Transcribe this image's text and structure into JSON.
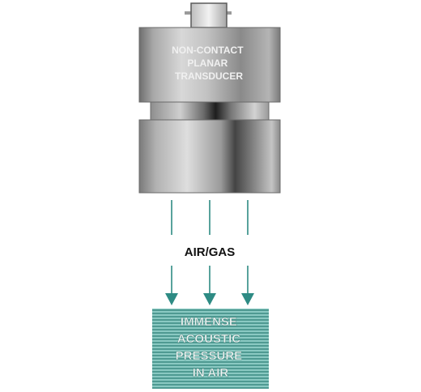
{
  "diagram": {
    "transducer_label_lines": [
      "NON-CONTACT",
      "PLANAR",
      "TRANSDUCER"
    ],
    "medium_label": "AIR/GAS",
    "result_label_lines": [
      "IMMENSE",
      "ACOUSTIC",
      "PRESSURE",
      "IN AIR"
    ]
  },
  "colors": {
    "arrow": "#2e8b84",
    "result_box_light": "#8ac9c2",
    "result_box_stripe": "#4f9a92",
    "result_text": "#f2f6f5",
    "medium_text": "#111111",
    "transducer_text": "#f0f0f0"
  }
}
